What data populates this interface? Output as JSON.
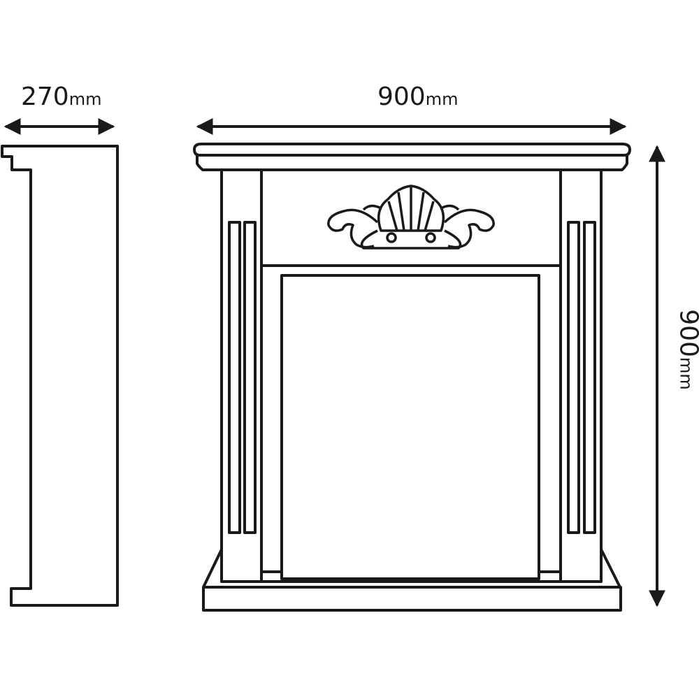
{
  "dimensions": {
    "depth": {
      "value": "270",
      "unit": "mm"
    },
    "width": {
      "value": "900",
      "unit": "mm"
    },
    "height": {
      "value": "900",
      "unit": "mm"
    }
  },
  "colors": {
    "line": "#1a1a1a",
    "background": "#ffffff"
  }
}
